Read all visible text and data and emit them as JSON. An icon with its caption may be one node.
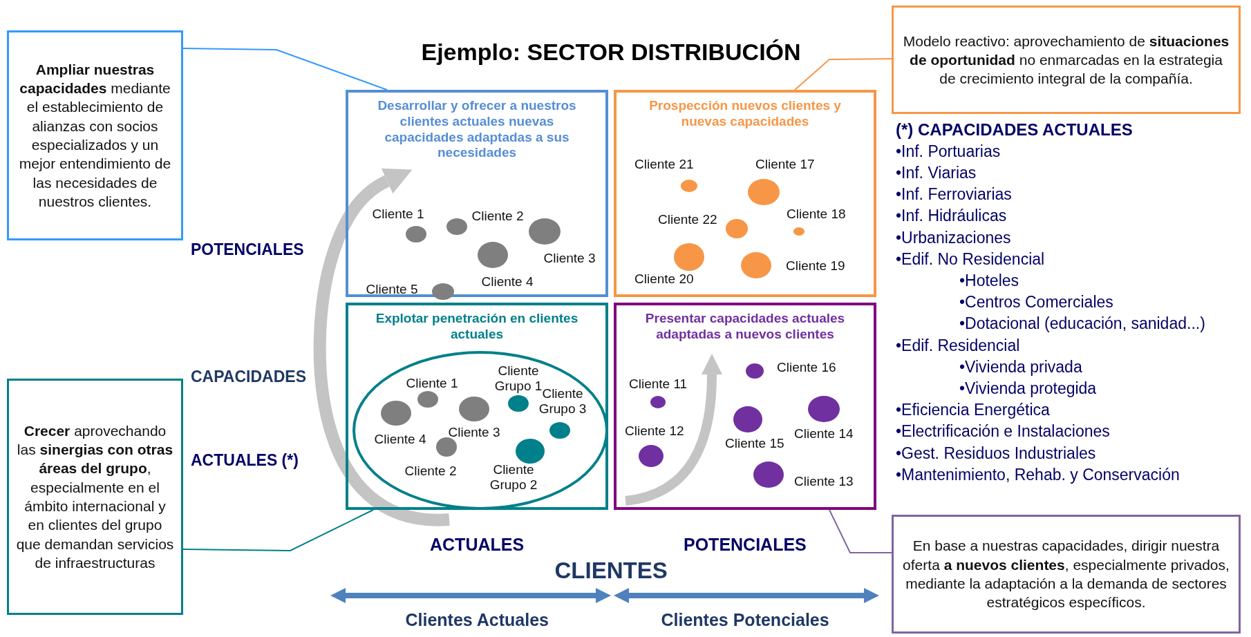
{
  "diagram": {
    "title": "Ejemplo: SECTOR DISTRIBUCIÓN",
    "nodes": [
      {
        "text": [
          "**Ampliar nuestras capacidades** mediante el establecimiento de alianzas con socios especializados y un mejor entendimiento de las necesidades de nuestros clientes."
        ]
      },
      {
        "text": [
          "Desarrollar y ofrecer a nuestros clientes actuales nuevas capacidades adaptadas a sus necesidades"
        ]
      },
      {
        "text": [],
        "shape": "circle",
        "beside": [
          "Cliente 1"
        ],
        "in": 1
      },
      {
        "text": [],
        "shape": "circle",
        "beside": [
          "Cliente 2"
        ],
        "in": 1
      },
      {
        "text": [],
        "shape": "circle",
        "beside": [
          "Cliente 3"
        ],
        "in": 1
      },
      {
        "text": [],
        "shape": "circle",
        "beside": [
          "Cliente 4"
        ],
        "in": 1
      },
      {
        "text": [],
        "shape": "circle",
        "beside": [
          "Cliente 5"
        ],
        "in": 1
      },
      {
        "text": [
          "Modelo reactivo: aprovechamiento de **situaciones de oportunidad** no enmarcadas en la estrategia de crecimiento integral de la compañía."
        ]
      },
      {
        "text": [
          "Prospección nuevos clientes y nuevas capacidades"
        ]
      },
      {
        "text": [],
        "shape": "circle",
        "beside": [
          "Cliente 21"
        ],
        "in": 8
      },
      {
        "text": [],
        "shape": "circle",
        "beside": [
          "Cliente 17"
        ],
        "in": 8
      },
      {
        "text": [],
        "shape": "circle",
        "beside": [
          "Cliente 22"
        ],
        "in": 8
      },
      {
        "text": [],
        "shape": "circle",
        "beside": [
          "Cliente 18"
        ],
        "in": 8
      },
      {
        "text": [],
        "shape": "circle",
        "beside": [
          "Cliente 20"
        ],
        "in": 8
      },
      {
        "text": [],
        "shape": "circle",
        "beside": [
          "Cliente 19"
        ],
        "in": 8
      },
      {
        "text": [
          "Explotar penetración en clientes actuales"
        ]
      },
      {
        "text": [],
        "shape": "circle",
        "in": 15
      },
      {
        "text": [],
        "shape": "circle",
        "beside": [
          "Cliente 1"
        ],
        "in": 16
      },
      {
        "text": [],
        "shape": "circle",
        "beside": [
          "Cliente 2"
        ],
        "in": 16
      },
      {
        "text": [],
        "shape": "circle",
        "beside": [
          "Cliente 3"
        ],
        "in": 16
      },
      {
        "text": [],
        "shape": "circle",
        "beside": [
          "Cliente 4"
        ],
        "in": 16
      },
      {
        "text": [],
        "shape": "circle",
        "beside": [
          "Cliente Grupo 1"
        ],
        "in": 16
      },
      {
        "text": [],
        "shape": "circle",
        "beside": [
          "Cliente Grupo 2"
        ],
        "in": 16
      },
      {
        "text": [],
        "shape": "circle",
        "beside": [
          "Cliente Grupo 3"
        ],
        "in": 16
      },
      {
        "text": [
          "Presentar capacidades actuales adaptadas a nuevos clientes"
        ]
      },
      {
        "text": [],
        "shape": "circle",
        "beside": [
          "Cliente 11"
        ],
        "in": 24
      },
      {
        "text": [],
        "shape": "circle",
        "beside": [
          "Cliente 16"
        ],
        "in": 24
      },
      {
        "text": [],
        "shape": "circle",
        "beside": [
          "Cliente 14"
        ],
        "in": 24
      },
      {
        "text": [],
        "shape": "circle",
        "beside": [
          "Cliente 15"
        ],
        "in": 24
      },
      {
        "text": [],
        "shape": "circle",
        "beside": [
          "Cliente 12"
        ],
        "in": 24
      },
      {
        "text": [],
        "shape": "circle",
        "beside": [
          "Cliente 13"
        ],
        "in": 24
      },
      {
        "text": [
          "**Crecer** aprovechando las **sinergias con otras áreas del grupo**, especialmente en el ámbito internacional y en clientes del grupo que demandan servicios de infraestructuras"
        ]
      },
      {
        "text": [
          "En base a nuestras capacidades, dirigir nuestra oferta **a nuevos clientes**, especialmente privados, mediante la adaptación a la demanda de sectores estratégicos específicos."
        ]
      }
    ],
    "edges": [
      {
        "from": 0,
        "to": 1,
        "arrow": "none",
        "color": "#3399ff"
      },
      {
        "from": 7,
        "to": 8,
        "arrow": "none",
        "color": "#f79646"
      },
      {
        "from": 31,
        "to": 15,
        "arrow": "none",
        "color": "#00808a"
      },
      {
        "from": 32,
        "to": 24,
        "arrow": "none",
        "color": "#8064a2"
      }
    ],
    "labels": [
      "POTENCIALES",
      "CAPACIDADES",
      "ACTUALES (*)",
      "ACTUALES",
      "POTENCIALES",
      "CLIENTES",
      "Clientes Actuales",
      "Clientes Potenciales",
      "(*) CAPACIDADES ACTUALES",
      "•Inf. Portuarias",
      "•Inf. Viarias",
      "•Inf. Ferroviarias",
      "•Inf. Hidráulicas",
      "•Urbanizaciones",
      "•Edif. No Residencial",
      "•Hoteles",
      "•Centros Comerciales",
      "•Dotacional (educación, sanidad...)",
      "•Edif. Residencial",
      "•Vivienda privada",
      "•Vivienda protegida",
      "•Eficiencia Energética",
      "•Electrificación e Instalaciones",
      "•Gest. Residuos Industriales",
      "•Mantenimiento, Rehab. y Conservación"
    ]
  }
}
